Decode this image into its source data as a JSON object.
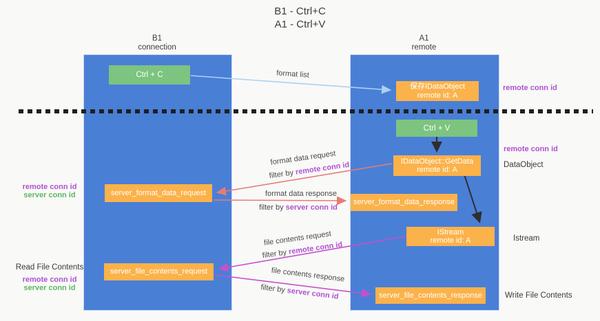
{
  "title": {
    "line1": "B1 - Ctrl+C",
    "line2": "A1 - Ctrl+V"
  },
  "columns": {
    "left": {
      "name": "B1",
      "role": "connection"
    },
    "right": {
      "name": "A1",
      "role": "remote"
    }
  },
  "boxes": {
    "ctrl_c": "Ctrl + C",
    "ctrl_v": "Ctrl + V",
    "save_idataobject": {
      "line1": "保存IDataObject",
      "line2": "remote id: A"
    },
    "getdata": {
      "line1": "IDataObject::GetData",
      "line2": "remote id: A"
    },
    "istream": {
      "line1": "IStream",
      "line2": "remote id: A"
    },
    "server_format_data_request": "server_format_data_request",
    "server_format_data_response": "server_format_data_response",
    "server_file_contents_request": "server_file_contents_request",
    "server_file_contents_response": "server_file_contents_response"
  },
  "arrow_labels": {
    "format_list": "format list",
    "format_data_request": "format data request",
    "format_data_response": "format data response",
    "file_contents_request": "file contents request",
    "file_contents_response": "file contents response",
    "filter_by": "filter by ",
    "remote_conn_id": "remote conn id",
    "server_conn_id": "server conn id"
  },
  "side_labels": {
    "remote_conn_id": "remote conn id",
    "server_conn_id": "server conn id",
    "dataobject": "DataObject",
    "istream": "Istream",
    "read_file_contents": "Read File Contents",
    "write_file_contents": "Write File Contents"
  },
  "colors": {
    "column_blue": "#4a7fd6",
    "box_green": "#7cc47f",
    "box_orange": "#fbb24a",
    "purple_id": "#b052d0",
    "green_id": "#5cb85f",
    "arrow_blue": "#a9d2f2",
    "arrow_salmon": "#e87c74",
    "arrow_magenta": "#c750cb",
    "arrow_black": "#2e2e2e"
  }
}
